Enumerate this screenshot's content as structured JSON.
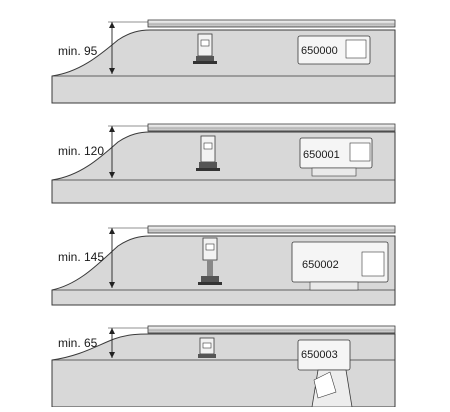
{
  "panels": [
    {
      "min_label": "min. 95",
      "code": "650000"
    },
    {
      "min_label": "min. 120",
      "code": "650001"
    },
    {
      "min_label": "min. 145",
      "code": "650002"
    },
    {
      "min_label": "min. 65",
      "code": "650003"
    }
  ],
  "colors": {
    "floor": "#dcdcdc",
    "slab": "#cfcfcf",
    "outline": "#3a3a3a",
    "channel": "#e9e9e9",
    "label_text": "#1a1a1a"
  }
}
